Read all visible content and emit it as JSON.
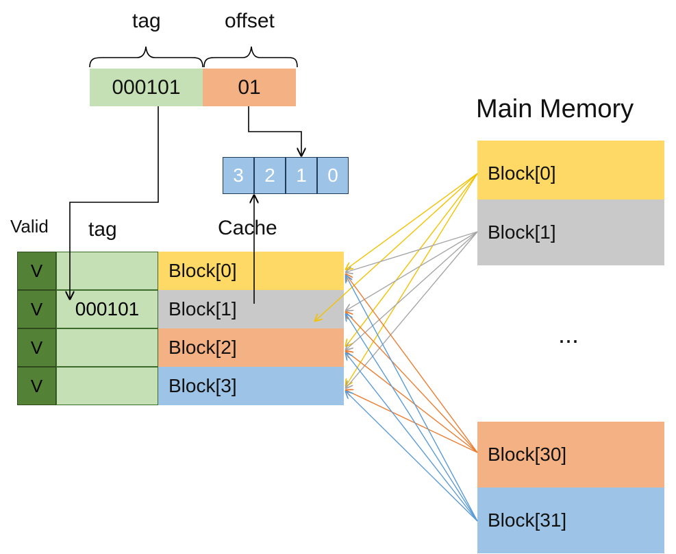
{
  "address": {
    "tag_label": "tag",
    "offset_label": "offset",
    "tag_value": "000101",
    "offset_value": "01",
    "tag_color": "#c5e0b4",
    "offset_color": "#f4b183"
  },
  "word_bits": [
    "3",
    "2",
    "1",
    "0"
  ],
  "cache": {
    "title": "Cache",
    "valid_header": "Valid",
    "tag_header": "tag",
    "rows": [
      {
        "valid": "V",
        "tag": "",
        "block": "Block[0]",
        "color": "#ffd966"
      },
      {
        "valid": "V",
        "tag": "000101",
        "block": "Block[1]",
        "color": "#c9c9c9"
      },
      {
        "valid": "V",
        "tag": "",
        "block": "Block[2]",
        "color": "#f4b183"
      },
      {
        "valid": "V",
        "tag": "",
        "block": "Block[3]",
        "color": "#9dc3e6"
      }
    ]
  },
  "main_memory": {
    "title": "Main Memory",
    "ellipsis": "...",
    "blocks": [
      {
        "label": "Block[0]",
        "color": "#ffd966"
      },
      {
        "label": "Block[1]",
        "color": "#c9c9c9"
      },
      {
        "label": "Block[30]",
        "color": "#f4b183"
      },
      {
        "label": "Block[31]",
        "color": "#9dc3e6"
      }
    ]
  },
  "arrow_colors": {
    "block0": "#f2c200",
    "block1": "#a6a6a6",
    "block30": "#ed7d31",
    "block31": "#5b9bd5"
  }
}
